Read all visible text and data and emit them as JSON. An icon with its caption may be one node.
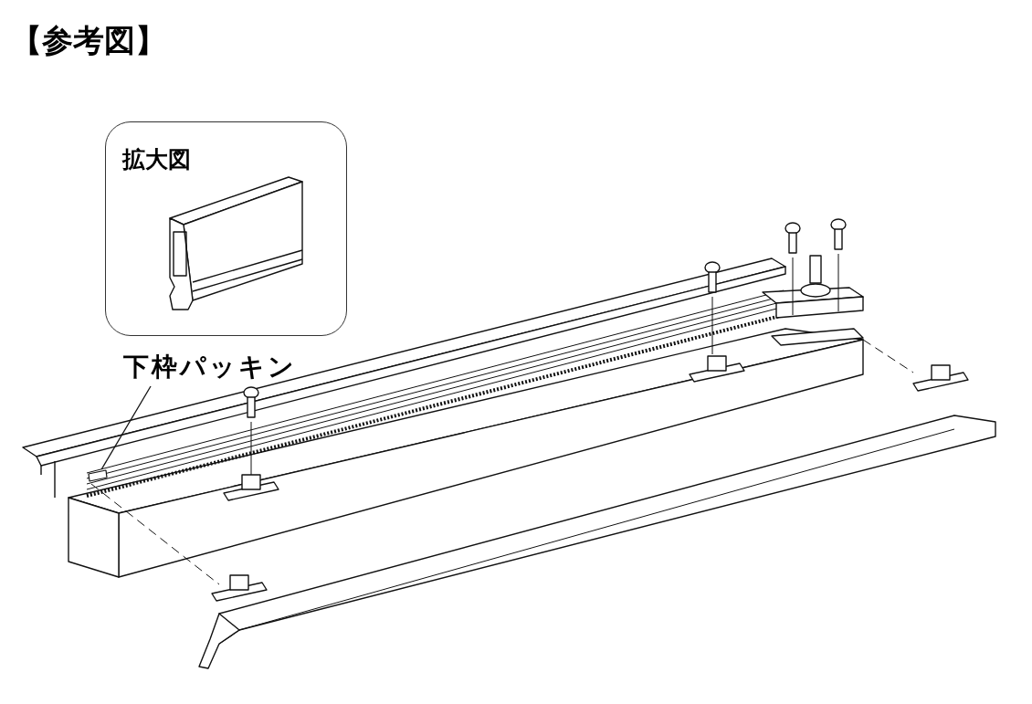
{
  "diagram": {
    "title": "【参考図】",
    "nodes": [
      {
        "text": [
          "拡大図"
        ]
      },
      {
        "text": [
          "下枠パッキン"
        ]
      },
      {
        "text": [],
        "shape": "box"
      }
    ],
    "edges": [
      {
        "from": 1,
        "to": 2,
        "arrow": "none"
      }
    ]
  }
}
